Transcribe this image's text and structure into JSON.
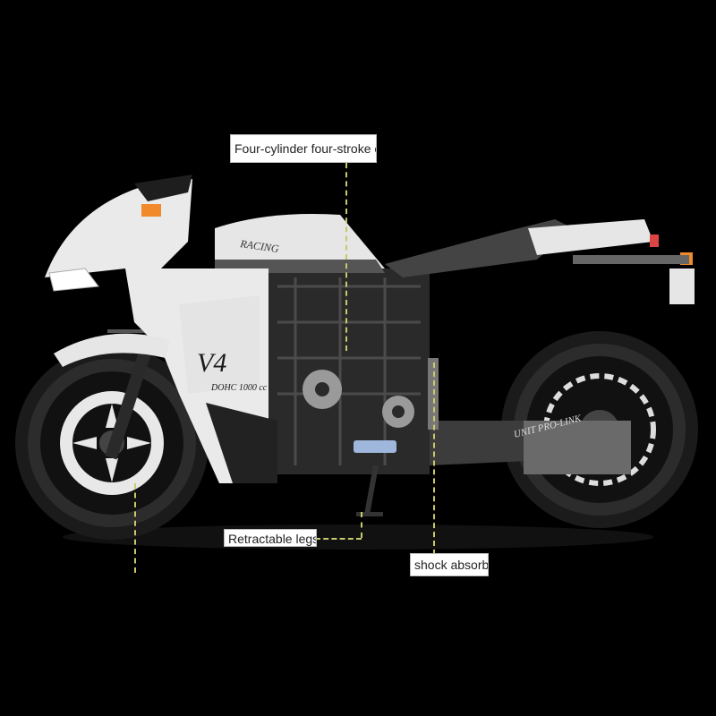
{
  "palette": {
    "background": "#000000",
    "body_white": "#ececec",
    "frame_dark": "#2a2a2a",
    "accent_orange": "#f08a2a",
    "accent_blue": "#2a5fb0",
    "leader_line": "#c9c96a"
  },
  "bike": {
    "model_text": "V4",
    "engine_text": "DOHC 1000 cc",
    "tank_text": "RACING",
    "swingarm_text": "UNIT PRO-LINK"
  },
  "callouts": {
    "engine": "Four-cylinder four-stroke engine",
    "legs": "Retractable legs",
    "shock": "shock absorber"
  },
  "icons": [
    "front-wheel-icon",
    "rear-wheel-icon",
    "headlight-icon",
    "gear-icon"
  ]
}
